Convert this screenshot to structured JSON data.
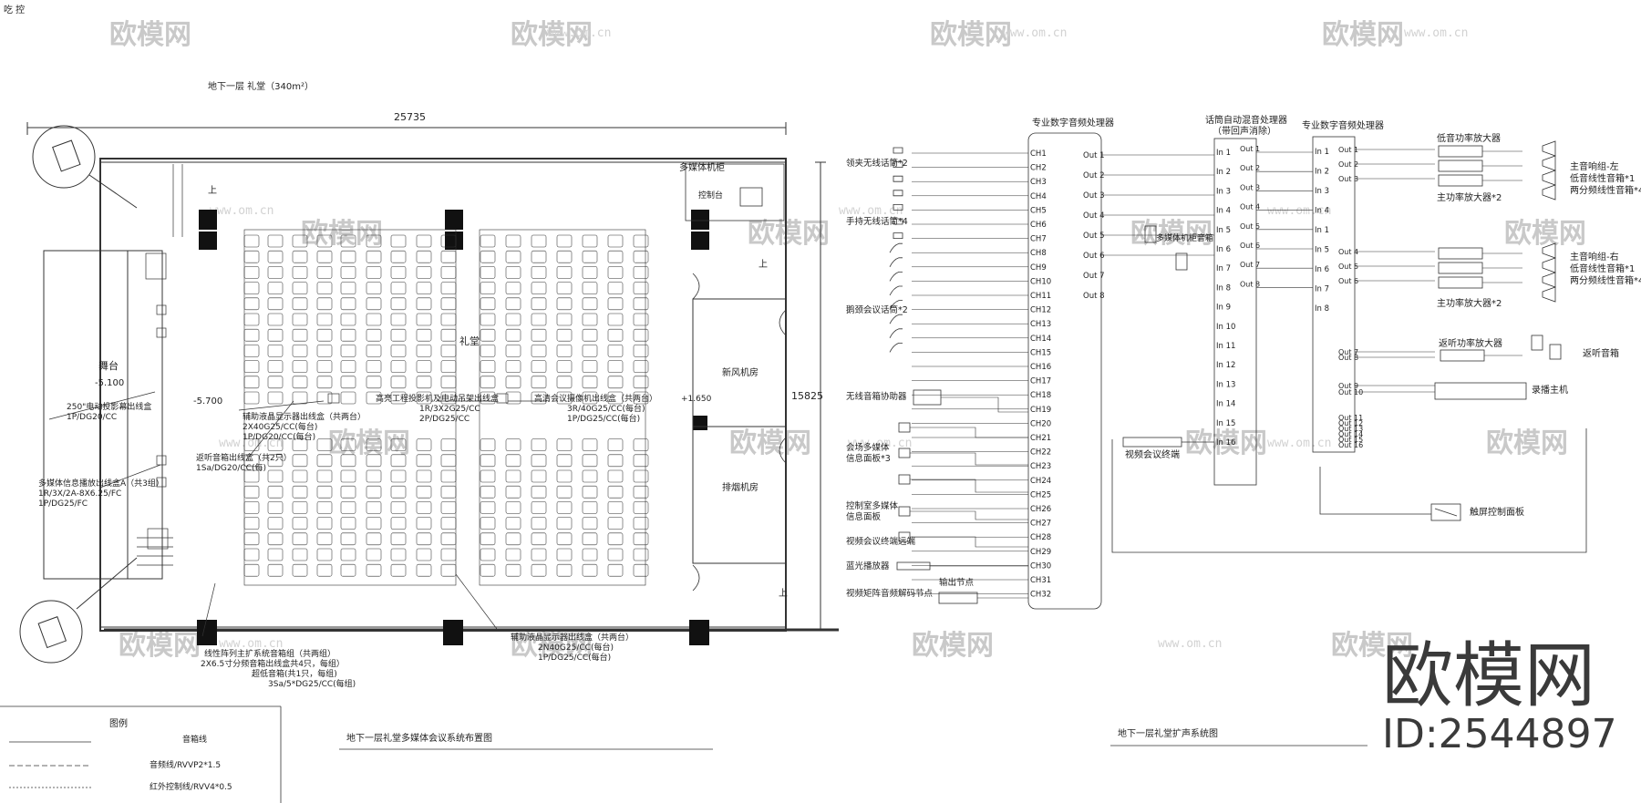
{
  "corner_label": "吃 控",
  "floor_plan": {
    "room_title": "地下一层 礼堂（340m²）",
    "dim_width": "25735",
    "dim_height": "15825",
    "stage_label": "舞台",
    "stage_level": "-5.100",
    "floor_level": "-5.700",
    "right_level": "+1.650",
    "hall_label": "礼堂",
    "media_cabinet": "多媒体机柜",
    "console_label": "控制台",
    "fresh_air_room": "新风机房",
    "exhaust_room": "排烟机房",
    "up": "上",
    "ann_screen_1": "250\"电动投影幕出线盒",
    "ann_screen_2": "1P/DG20/CC",
    "ann_lcd_1": "辅助液晶显示器出线盒（共两台）",
    "ann_lcd_2": "2X40G25/CC(每台)",
    "ann_lcd_3": "1P/DG20/CC(每台)",
    "ann_monitor_1": "返听音箱出线盒（共2只）",
    "ann_monitor_2": "1Sa/DG20/CC(每)",
    "ann_info_1": "多媒体信息播放出线盒A（共3组）",
    "ann_info_2": "1R/3X/2A-8X6.25/FC",
    "ann_info_3": "1P/DG25/FC",
    "ann_proj_1": "高亮工程投影机及电动吊架出线盒",
    "ann_proj_2": "1R/3X2G25/CC",
    "ann_proj_3": "2P/DG25/CC",
    "ann_cam_1": "高清会议摄像机出线盒（共两台）",
    "ann_cam_2": "3R/40G25/CC(每台)",
    "ann_cam_3": "1P/DG25/CC(每台)",
    "ann_line_1": "线性阵列主扩系统音箱组（共两组）",
    "ann_line_2": "2X6.5寸分频音箱出线盒共4只，每组）",
    "ann_line_3": "超低音箱(共1只，每组)",
    "ann_line_4": "3Sa/5*DG25/CC(每组)",
    "ann_lcd2_1": "辅助液晶显示器出线盒（共两台）",
    "ann_lcd2_2": "2N40G25/CC(每台)",
    "ann_lcd2_3": "1P/DG25/CC(每台)",
    "caption": "地下一层礼堂多媒体会议系统布置图"
  },
  "legend": {
    "title": "图例",
    "items": [
      "音箱线",
      "音频线/RVVP2*1.5",
      "红外控制线/RVV4*0.5"
    ]
  },
  "schematic": {
    "dsp1_title": "专业数字音频处理器",
    "afc_title": "话筒自动混音处理器",
    "afc_subtitle": "（带回声消除）",
    "dsp2_title": "专业数字音频处理器",
    "amp_low": "低音功率放大器",
    "amp_main_a": "主功率放大器*2",
    "amp_main_b": "主功率放大器*2",
    "amp_monitor": "返听功率放大器",
    "spk_left_1": "主音响组-左",
    "spk_left_2": "低音线性音箱*1",
    "spk_left_3": "两分频线性音箱*4",
    "spk_right_1": "主音响组-右",
    "spk_right_2": "低音线性音箱*1",
    "spk_right_3": "两分频线性音箱*4",
    "spk_monitor": "返听音箱",
    "recorder": "录播主机",
    "touch_panel": "触屏控制面板",
    "video_codec": "视频会议终端",
    "media_cabinet_amp": "多媒体机柜音箱",
    "src_headset": "领夹无线话筒*2",
    "src_handheld": "手持无线话筒*4",
    "src_gooseneck": "鹅颈会议话筒*2",
    "src_wireless_assist": "无线音箱协助器",
    "src_venue_panel_1": "会场多媒体",
    "src_venue_panel_2": "信息面板*3",
    "src_ctrl_panel_1": "控制室多媒体",
    "src_ctrl_panel_2": "信息面板",
    "src_vc_remote": "视频会议终端远端",
    "src_bluray": "蓝光播放器",
    "src_matrix": "视频矩阵音频解码节点",
    "src_out_node": "输出节点",
    "ch_prefix": "CH",
    "out_prefix": "Out",
    "in_prefix": "In",
    "caption": "地下一层礼堂扩声系统图"
  },
  "watermark": {
    "text": "欧模网",
    "url": "www.om.cn"
  },
  "brand": {
    "name": "欧模网",
    "id": "ID:2544897"
  }
}
